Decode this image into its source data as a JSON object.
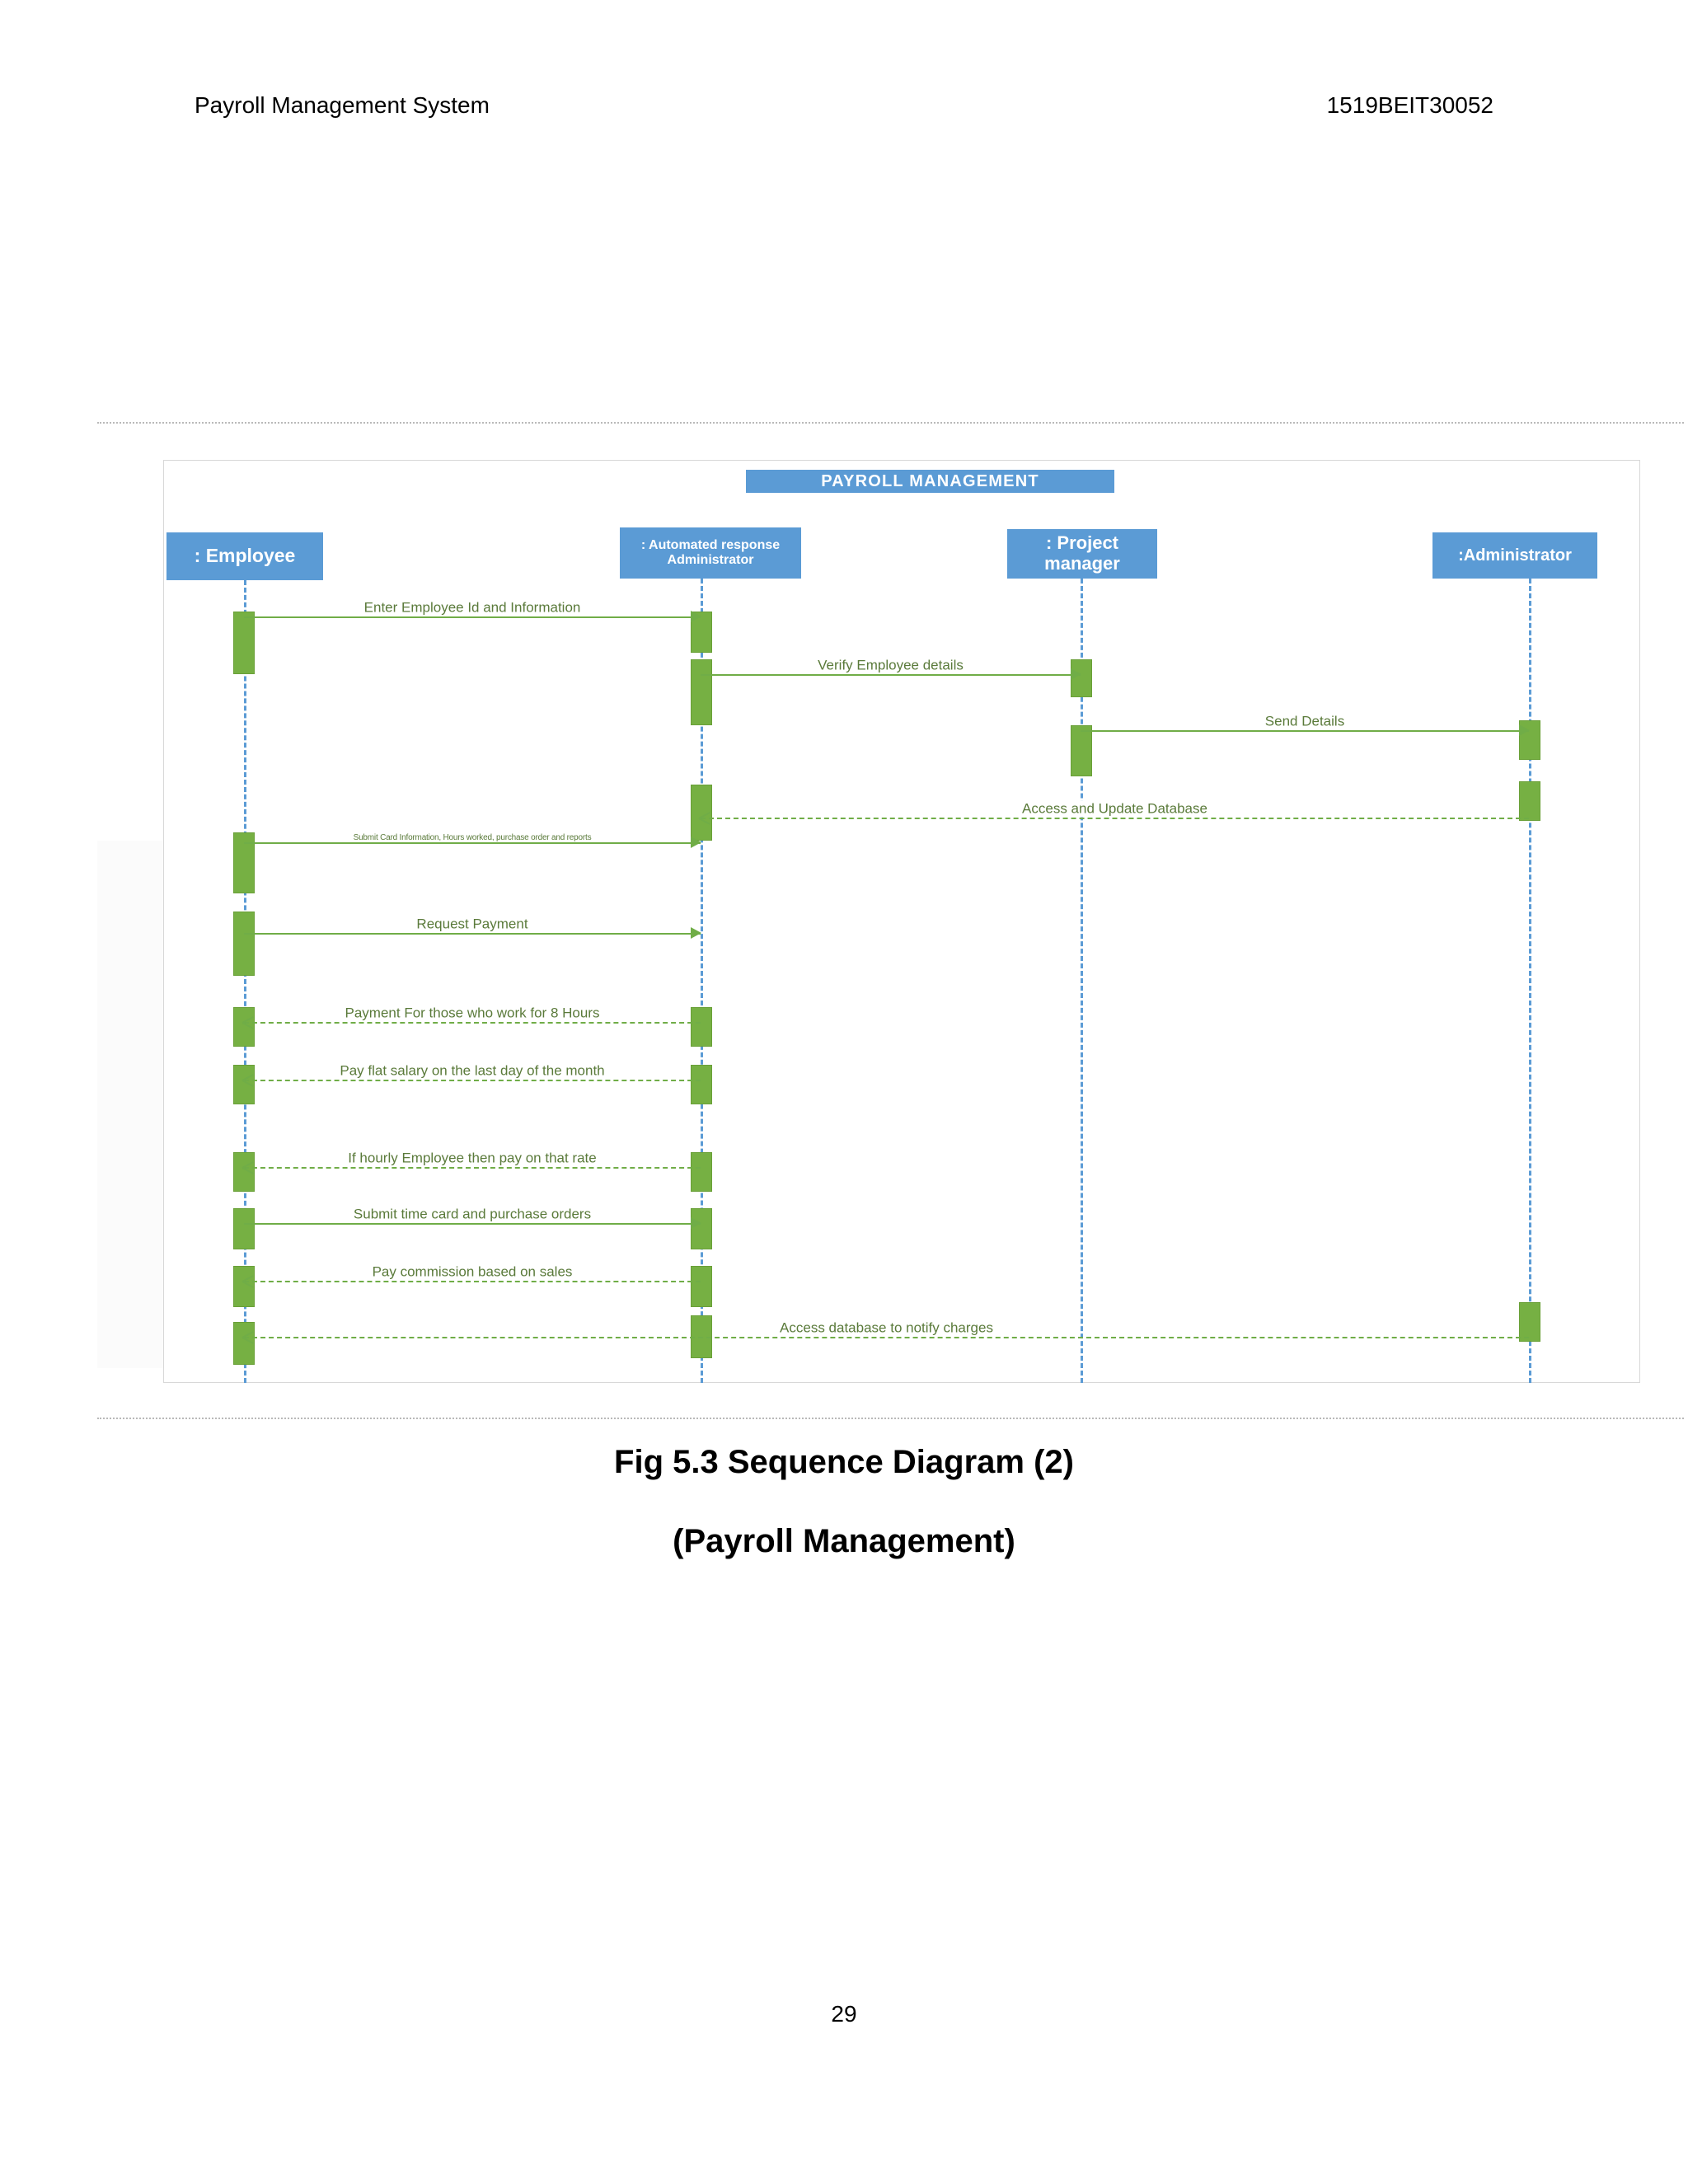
{
  "header": {
    "left_title": "Payroll Management System",
    "right_id": "1519BEIT30052"
  },
  "diagram": {
    "title": "PAYROLL MANAGEMENT",
    "accent_color": "#5B9BD5",
    "message_color": "#70AD47",
    "activation_color": "#76B043",
    "lifelines": [
      {
        "name": ": Employee"
      },
      {
        "name": ": Automated response Administrator"
      },
      {
        "name": ": Project manager"
      },
      {
        "name": ":Administrator"
      }
    ],
    "messages": [
      {
        "label": "Enter Employee Id and Information",
        "type": "solid",
        "direction": "right"
      },
      {
        "label": "Verify Employee details",
        "type": "solid",
        "direction": "right"
      },
      {
        "label": "Send Details",
        "type": "solid",
        "direction": "right"
      },
      {
        "label": "Access and Update Database",
        "type": "dashed",
        "direction": "left"
      },
      {
        "label": "Submit Card Information, Hours worked, purchase order and reports",
        "type": "solid",
        "direction": "right"
      },
      {
        "label": "Request Payment",
        "type": "solid",
        "direction": "right"
      },
      {
        "label": "Payment For those who work for 8 Hours",
        "type": "dashed",
        "direction": "left"
      },
      {
        "label": "Pay flat salary on the last day of the month",
        "type": "dashed",
        "direction": "left"
      },
      {
        "label": "If hourly Employee then pay on that rate",
        "type": "dashed",
        "direction": "left"
      },
      {
        "label": "Submit time card and purchase orders",
        "type": "solid",
        "direction": "right"
      },
      {
        "label": "Pay commission based on sales",
        "type": "dashed",
        "direction": "left"
      },
      {
        "label": "Access database to notify charges",
        "type": "dashed",
        "direction": "left"
      }
    ]
  },
  "caption": {
    "line1": "Fig 5.3 Sequence Diagram (2)",
    "line2": "(Payroll Management)"
  },
  "footer": {
    "page_number": "29"
  }
}
